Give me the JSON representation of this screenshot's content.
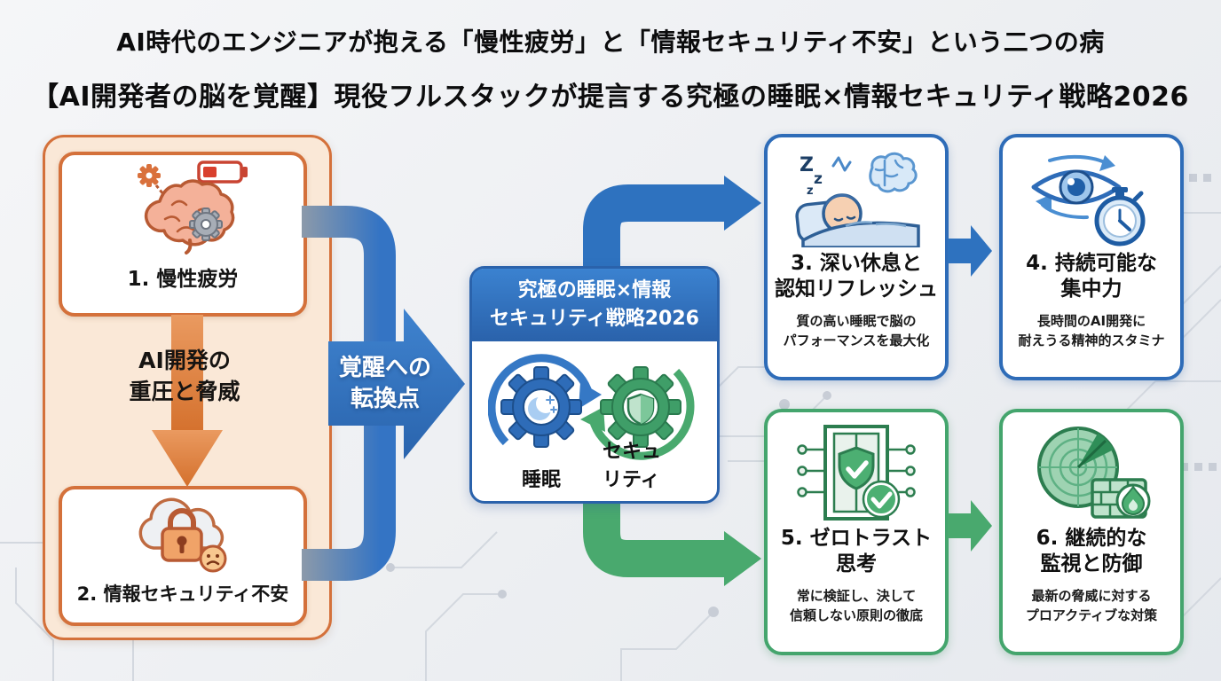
{
  "header": {
    "title_line1": "AI時代のエンジニアが抱える「慢性疲労」と「情報セキュリティ不安」という二つの病",
    "title_line2": "【AI開発者の脳を覚醒】現役フルスタックが提言する究極の睡眠×情報セキュリティ戦略2026"
  },
  "problem_panel": {
    "box1": {
      "label": "1. 慢性疲労",
      "icon": "brain-gears-low-battery-icon"
    },
    "pressure_arrow_label": "AI開発の\n重圧と脅威",
    "box2": {
      "label": "2. 情報セキュリティ不安",
      "icon": "cloud-lock-worried-icon"
    }
  },
  "transition_arrow": {
    "label": "覚醒への\n転換点"
  },
  "strategy_box": {
    "title": "究極の睡眠×情報\nセキュリティ戦略2026",
    "gear_left_label": "睡眠",
    "gear_right_label": "セキュリティ",
    "gear_left_icon": "moon-gear-icon",
    "gear_right_icon": "shield-gear-icon"
  },
  "outcome_boxes": [
    {
      "number": 3,
      "title": "3. 深い休息と\n認知リフレッシュ",
      "description": "質の高い睡眠で脳の\nパフォーマンスを最大化",
      "icon": "sleeping-person-brain-icon",
      "color": "blue"
    },
    {
      "number": 4,
      "title": "4. 持続可能な\n集中力",
      "description": "長時間のAI開発に\n耐えうる精神的スタミナ",
      "icon": "eye-stopwatch-icon",
      "color": "blue"
    },
    {
      "number": 5,
      "title": "5. ゼロトラスト\n思考",
      "description": "常に検証し、決して\n信頼しない原則の徹底",
      "icon": "door-shield-check-icon",
      "color": "green"
    },
    {
      "number": 6,
      "title": "6. 継続的な\n監視と防御",
      "description": "最新の脅威に対する\nプロアクティブな対策",
      "icon": "radar-firewall-icon",
      "color": "green"
    }
  ],
  "icons": {
    "zzz": [
      "Z",
      "z",
      "z"
    ]
  },
  "colors": {
    "orange": "#D4713B",
    "orange_fill": "#FAE8D7",
    "blue": "#2E6CB8",
    "green": "#44A56D",
    "background": "#EDEFF2",
    "text": "#111111",
    "white": "#FFFFFF"
  }
}
